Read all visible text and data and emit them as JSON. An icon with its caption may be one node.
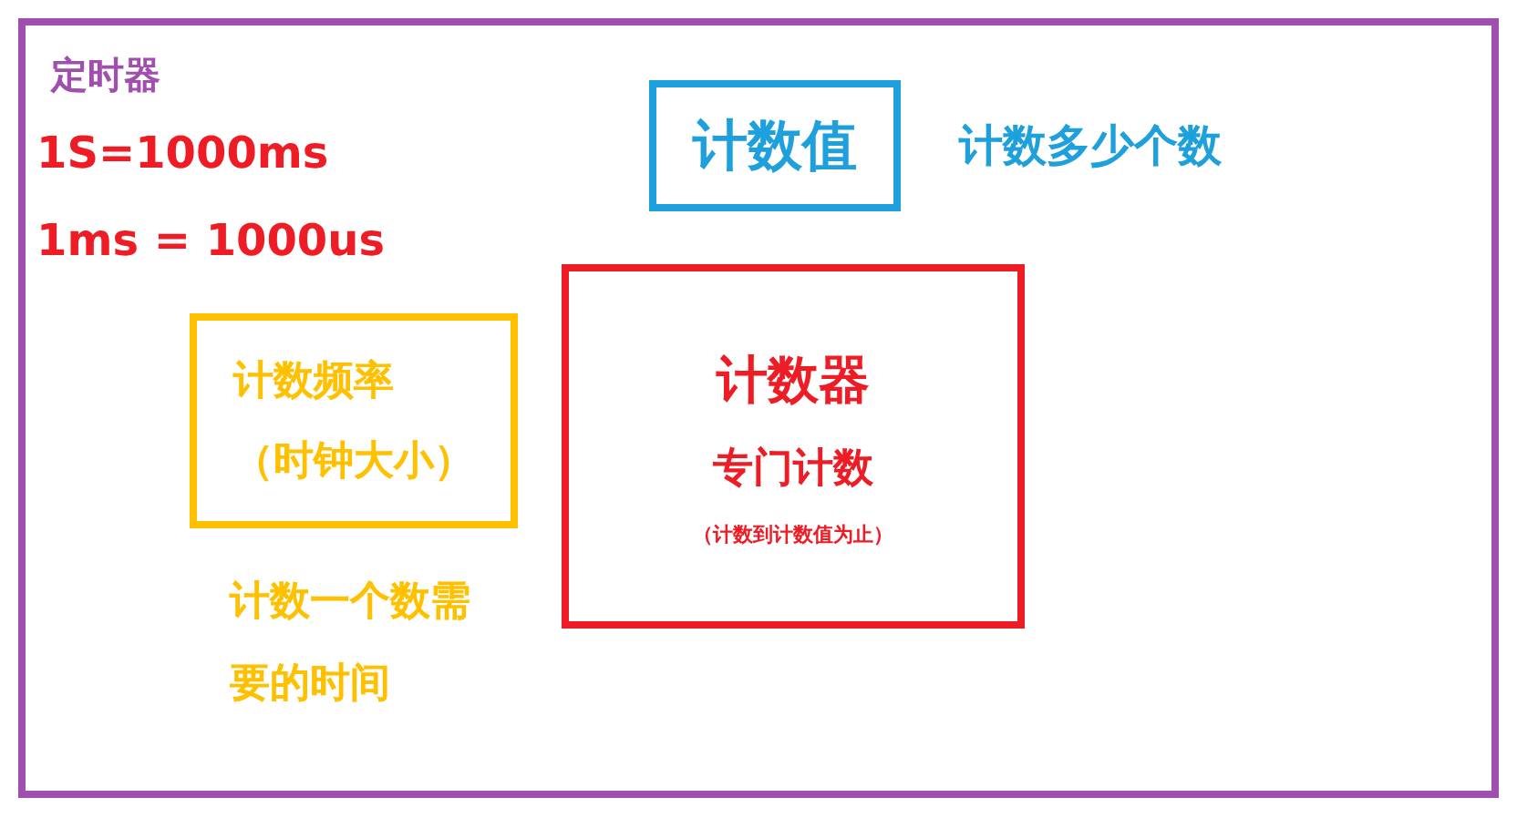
{
  "diagram": {
    "nodes": [
      {
        "text": [
          "定时器"
        ]
      },
      {
        "text": [
          "计数值"
        ],
        "in": 0,
        "beside": [
          "计数多少个数"
        ]
      },
      {
        "text": [
          "计数频率",
          "（时钟大小）"
        ],
        "in": 0,
        "beside": [
          "计数一个数需要的时间"
        ]
      },
      {
        "text": [
          "计数器",
          "专门计数",
          "（计数到计数值为止）"
        ],
        "in": 0
      }
    ],
    "edges": [],
    "labels": [
      "1S=1000ms",
      "1ms = 1000us"
    ]
  }
}
